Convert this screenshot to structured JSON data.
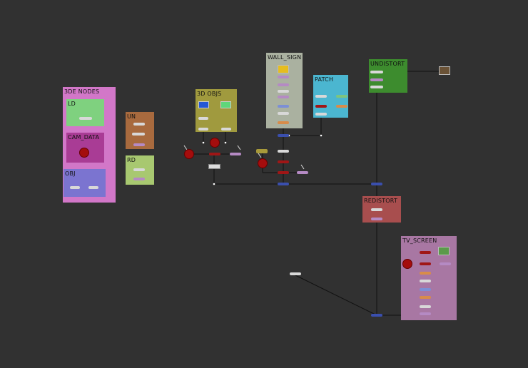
{
  "backdrops": {
    "de_nodes": {
      "label": "3DE NODES",
      "color": "#d277c8"
    },
    "ld": {
      "label": "LD",
      "color": "#7fd17f"
    },
    "cam_data": {
      "label": "CAM_DATA",
      "color": "#a93c95"
    },
    "obj": {
      "label": "OBJ",
      "color": "#7b74d0"
    },
    "un": {
      "label": "UN",
      "color": "#a86a3e"
    },
    "rd": {
      "label": "RD",
      "color": "#a8c870"
    },
    "obj3d": {
      "label": "3D OBJS",
      "color": "#a09a3e"
    },
    "wall_sign": {
      "label": "WALL_SIGN",
      "color": "#aab1a0"
    },
    "patch": {
      "label": "PATCH",
      "color": "#4bb6d0"
    },
    "undistort": {
      "label": "UNDISTORT",
      "color": "#3d8c2e"
    },
    "redistort": {
      "label": "REDISTORT",
      "color": "#a84e4e"
    },
    "tv_screen": {
      "label": "TV_SCREEN",
      "color": "#a877a3"
    }
  },
  "colors": {
    "background": "#313131",
    "wire": "#111111",
    "node_light": "#d8d8d8",
    "node_purple": "#b58ac4",
    "node_red": "#a01616",
    "node_blue": "#7c8fd6",
    "node_orange": "#d88c4a"
  },
  "icons": [
    "read-node-thumbnail-icon",
    "camera-node-icon",
    "viewer-node-icon"
  ]
}
